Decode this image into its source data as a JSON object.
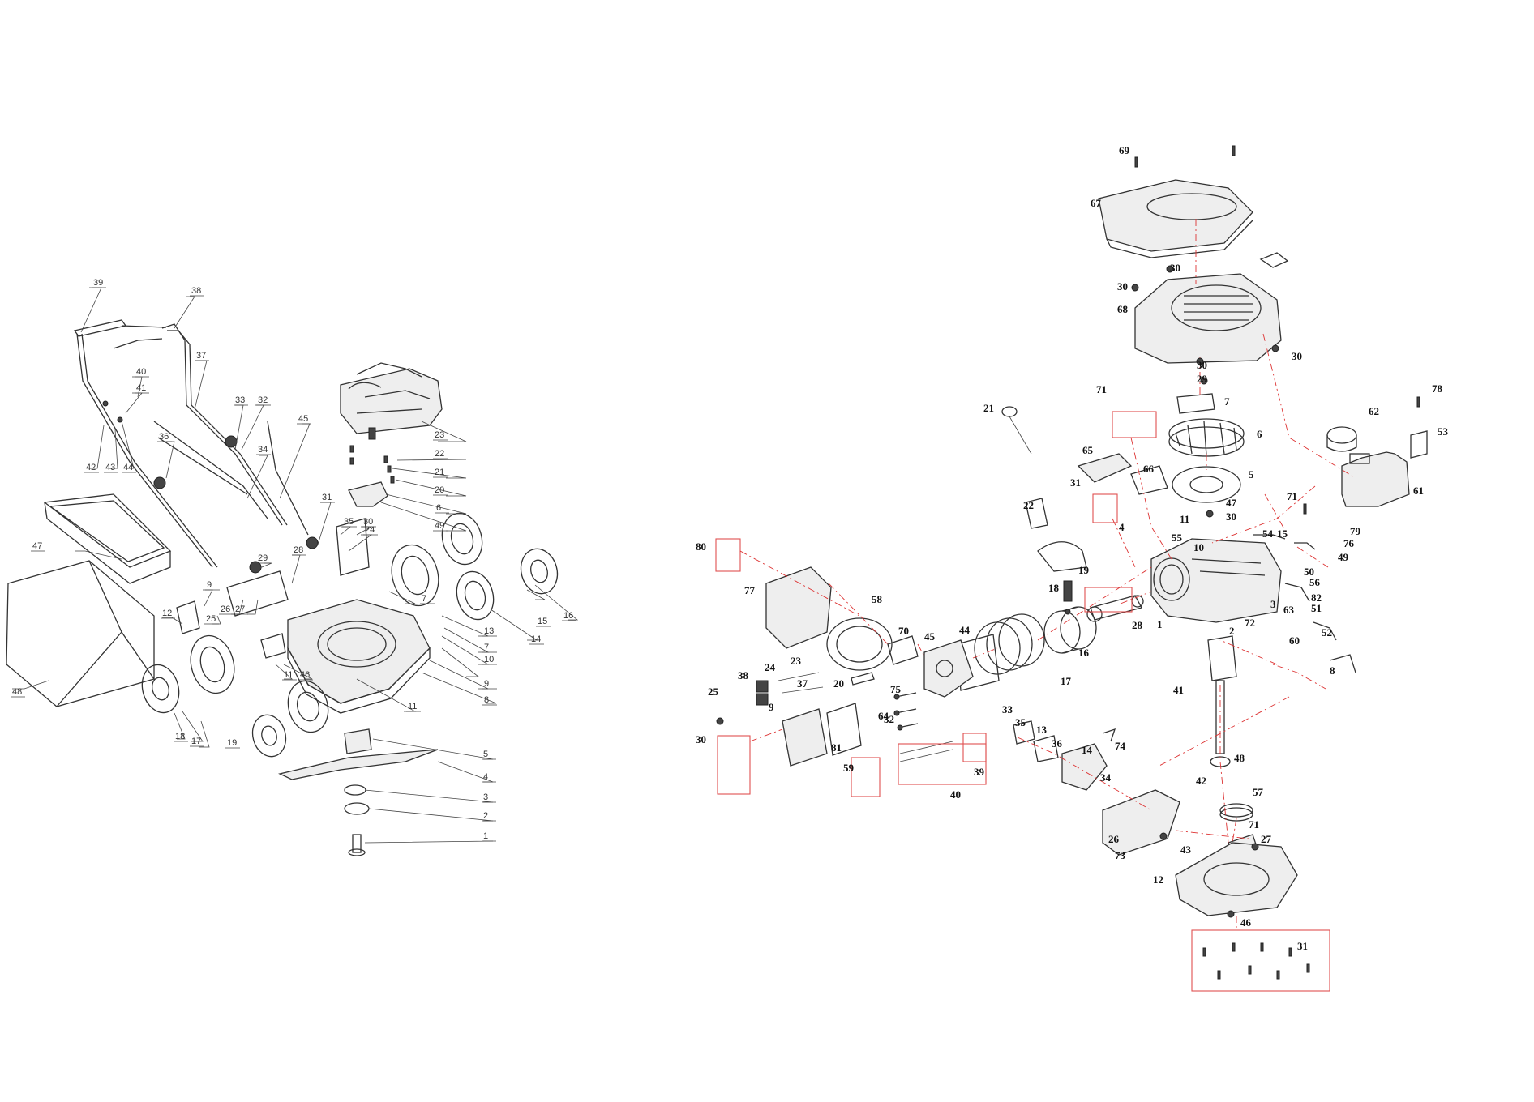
{
  "mower_labels": [
    {
      "id": "m39",
      "text": "39"
    },
    {
      "id": "m38",
      "text": "38"
    },
    {
      "id": "m37",
      "text": "37"
    },
    {
      "id": "m40",
      "text": "40"
    },
    {
      "id": "m41",
      "text": "41"
    },
    {
      "id": "m42",
      "text": "42"
    },
    {
      "id": "m43",
      "text": "43"
    },
    {
      "id": "m44",
      "text": "44"
    },
    {
      "id": "m33",
      "text": "33"
    },
    {
      "id": "m32",
      "text": "32"
    },
    {
      "id": "m36",
      "text": "36"
    },
    {
      "id": "m34",
      "text": "34"
    },
    {
      "id": "m45",
      "text": "45"
    },
    {
      "id": "m23",
      "text": "23"
    },
    {
      "id": "m22",
      "text": "22"
    },
    {
      "id": "m21",
      "text": "21"
    },
    {
      "id": "m20",
      "text": "20"
    },
    {
      "id": "m6",
      "text": "6"
    },
    {
      "id": "m49",
      "text": "49"
    },
    {
      "id": "m31",
      "text": "31"
    },
    {
      "id": "m35",
      "text": "35"
    },
    {
      "id": "m30",
      "text": "30"
    },
    {
      "id": "m24",
      "text": "24"
    },
    {
      "id": "m47",
      "text": "47"
    },
    {
      "id": "m28",
      "text": "28"
    },
    {
      "id": "m29",
      "text": "29"
    },
    {
      "id": "m9",
      "text": "9"
    },
    {
      "id": "m26",
      "text": "26"
    },
    {
      "id": "m27",
      "text": "27"
    },
    {
      "id": "m25",
      "text": "25"
    },
    {
      "id": "m12",
      "text": "12"
    },
    {
      "id": "m7a",
      "text": "7"
    },
    {
      "id": "m15",
      "text": "15"
    },
    {
      "id": "m16",
      "text": "16"
    },
    {
      "id": "m13",
      "text": "13"
    },
    {
      "id": "m7b",
      "text": "7"
    },
    {
      "id": "m10",
      "text": "10"
    },
    {
      "id": "m14",
      "text": "14"
    },
    {
      "id": "m9b",
      "text": "9"
    },
    {
      "id": "m8",
      "text": "8"
    },
    {
      "id": "m11a",
      "text": "11"
    },
    {
      "id": "m46",
      "text": "46"
    },
    {
      "id": "m11b",
      "text": "11"
    },
    {
      "id": "m48",
      "text": "48"
    },
    {
      "id": "m17",
      "text": "17"
    },
    {
      "id": "m18",
      "text": "18"
    },
    {
      "id": "m19",
      "text": "19"
    },
    {
      "id": "m5",
      "text": "5"
    },
    {
      "id": "m4",
      "text": "4"
    },
    {
      "id": "m3",
      "text": "3"
    },
    {
      "id": "m2",
      "text": "2"
    },
    {
      "id": "m1",
      "text": "1"
    }
  ],
  "engine_labels": [
    {
      "id": "e69",
      "text": "69"
    },
    {
      "id": "e67",
      "text": "67"
    },
    {
      "id": "e30a",
      "text": "30"
    },
    {
      "id": "e30b",
      "text": "30"
    },
    {
      "id": "e68",
      "text": "68"
    },
    {
      "id": "e30c",
      "text": "30"
    },
    {
      "id": "e30d",
      "text": "30"
    },
    {
      "id": "e29",
      "text": "29"
    },
    {
      "id": "e71a",
      "text": "71"
    },
    {
      "id": "e21",
      "text": "21"
    },
    {
      "id": "e7",
      "text": "7"
    },
    {
      "id": "e62",
      "text": "62"
    },
    {
      "id": "e78",
      "text": "78"
    },
    {
      "id": "e53",
      "text": "53"
    },
    {
      "id": "e6",
      "text": "6"
    },
    {
      "id": "e65",
      "text": "65"
    },
    {
      "id": "e66",
      "text": "66"
    },
    {
      "id": "e5",
      "text": "5"
    },
    {
      "id": "e61",
      "text": "61"
    },
    {
      "id": "e31a",
      "text": "31"
    },
    {
      "id": "e22",
      "text": "22"
    },
    {
      "id": "e47",
      "text": "47"
    },
    {
      "id": "e30e",
      "text": "30"
    },
    {
      "id": "e71b",
      "text": "71"
    },
    {
      "id": "e11",
      "text": "11"
    },
    {
      "id": "e4",
      "text": "4"
    },
    {
      "id": "e55",
      "text": "55"
    },
    {
      "id": "e10",
      "text": "10"
    },
    {
      "id": "e54",
      "text": "54"
    },
    {
      "id": "e15",
      "text": "15"
    },
    {
      "id": "e79",
      "text": "79"
    },
    {
      "id": "e76",
      "text": "76"
    },
    {
      "id": "e49",
      "text": "49"
    },
    {
      "id": "e80",
      "text": "80"
    },
    {
      "id": "e77",
      "text": "77"
    },
    {
      "id": "e19",
      "text": "19"
    },
    {
      "id": "e18",
      "text": "18"
    },
    {
      "id": "e50",
      "text": "50"
    },
    {
      "id": "e56",
      "text": "56"
    },
    {
      "id": "e82",
      "text": "82"
    },
    {
      "id": "e51",
      "text": "51"
    },
    {
      "id": "e58",
      "text": "58"
    },
    {
      "id": "e28",
      "text": "28"
    },
    {
      "id": "e1",
      "text": "1"
    },
    {
      "id": "e3",
      "text": "3"
    },
    {
      "id": "e63",
      "text": "63"
    },
    {
      "id": "e72",
      "text": "72"
    },
    {
      "id": "e2",
      "text": "2"
    },
    {
      "id": "e52",
      "text": "52"
    },
    {
      "id": "e70",
      "text": "70"
    },
    {
      "id": "e45",
      "text": "45"
    },
    {
      "id": "e44",
      "text": "44"
    },
    {
      "id": "e60",
      "text": "60"
    },
    {
      "id": "e16",
      "text": "16"
    },
    {
      "id": "e8",
      "text": "8"
    },
    {
      "id": "e17",
      "text": "17"
    },
    {
      "id": "e23",
      "text": "23"
    },
    {
      "id": "e24",
      "text": "24"
    },
    {
      "id": "e38",
      "text": "38"
    },
    {
      "id": "e37",
      "text": "37"
    },
    {
      "id": "e20",
      "text": "20"
    },
    {
      "id": "e75",
      "text": "75"
    },
    {
      "id": "e25",
      "text": "25"
    },
    {
      "id": "e64",
      "text": "64"
    },
    {
      "id": "e32",
      "text": "32"
    },
    {
      "id": "e41",
      "text": "41"
    },
    {
      "id": "e9",
      "text": "9"
    },
    {
      "id": "e33",
      "text": "33"
    },
    {
      "id": "e35",
      "text": "35"
    },
    {
      "id": "e13",
      "text": "13"
    },
    {
      "id": "e30f",
      "text": "30"
    },
    {
      "id": "e81",
      "text": "81"
    },
    {
      "id": "e36",
      "text": "36"
    },
    {
      "id": "e14",
      "text": "14"
    },
    {
      "id": "e74",
      "text": "74"
    },
    {
      "id": "e59",
      "text": "59"
    },
    {
      "id": "e39",
      "text": "39"
    },
    {
      "id": "e34",
      "text": "34"
    },
    {
      "id": "e48",
      "text": "48"
    },
    {
      "id": "e42",
      "text": "42"
    },
    {
      "id": "e40",
      "text": "40"
    },
    {
      "id": "e57",
      "text": "57"
    },
    {
      "id": "e71c",
      "text": "71"
    },
    {
      "id": "e27",
      "text": "27"
    },
    {
      "id": "e26",
      "text": "26"
    },
    {
      "id": "e43",
      "text": "43"
    },
    {
      "id": "e73",
      "text": "73"
    },
    {
      "id": "e12",
      "text": "12"
    },
    {
      "id": "e46",
      "text": "46"
    },
    {
      "id": "e31b",
      "text": "31"
    }
  ]
}
